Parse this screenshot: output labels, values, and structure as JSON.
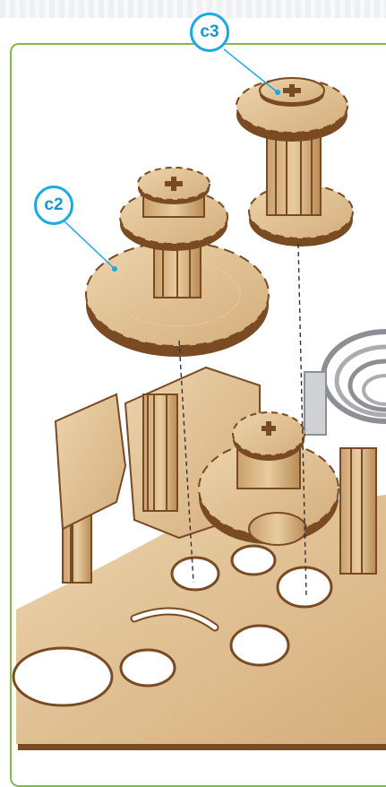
{
  "callouts": [
    {
      "id": "c3",
      "text": "c3"
    },
    {
      "id": "c2",
      "text": "c2"
    }
  ],
  "colors": {
    "frame_border": "#7bc043",
    "callout_ring": "#1aa9e1",
    "callout_text": "#1597cf",
    "wood_light": "#e6c89e",
    "wood_mid": "#d2ab78",
    "wood_dark": "#7a4a22"
  },
  "icons": [
    "gear-icon",
    "spiral-spring-icon"
  ]
}
